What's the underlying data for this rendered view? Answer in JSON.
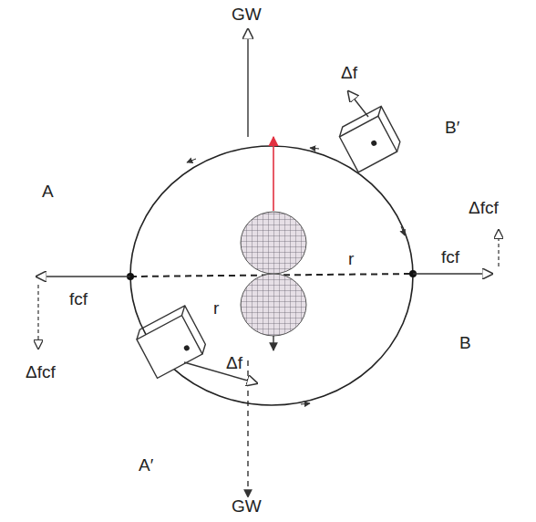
{
  "diagram": {
    "labels": [
      "GW",
      "Δf",
      "B′",
      "Δfcf",
      "A",
      "fcf",
      "r",
      "fcf",
      "B",
      "r",
      "Δfcf",
      "Δf",
      "A′",
      "GW"
    ]
  }
}
